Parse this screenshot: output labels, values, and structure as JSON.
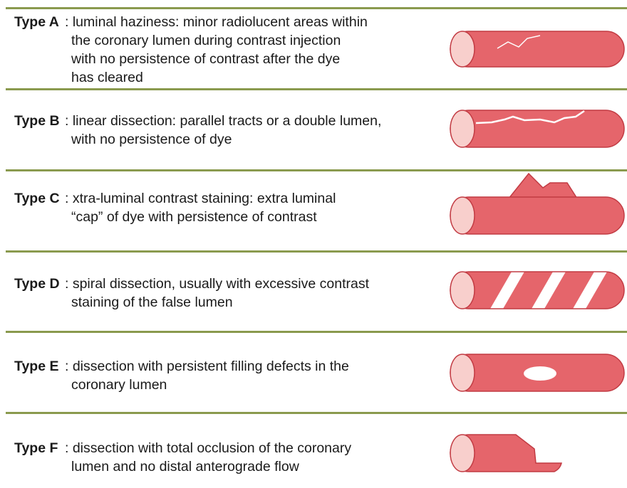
{
  "colors": {
    "rule": "#8a9a4e",
    "vessel_fill": "#e5656b",
    "vessel_end": "#f8cfcc",
    "vessel_outline": "#c23b43"
  },
  "rows": [
    {
      "type": "Type A",
      "lines": [
        ": luminal haziness: minor radiolucent areas within",
        "the coronary lumen during contrast injection",
        "with no persistence of contrast after the dye",
        "has cleared"
      ],
      "icon": "vessel-haziness-icon"
    },
    {
      "type": "Type B",
      "lines": [
        ": linear dissection: parallel tracts or a double lumen,",
        "with no persistence of dye"
      ],
      "icon": "vessel-linear-dissection-icon"
    },
    {
      "type": "Type C",
      "lines": [
        ": xtra-luminal contrast staining: extra luminal",
        "“cap” of dye with persistence of contrast"
      ],
      "icon": "vessel-contrast-cap-icon"
    },
    {
      "type": "Type D",
      "lines": [
        ": spiral dissection, usually with excessive contrast",
        "staining of the false lumen"
      ],
      "icon": "vessel-spiral-dissection-icon"
    },
    {
      "type": "Type E",
      "lines": [
        ": dissection with persistent filling defects in the",
        "coronary lumen"
      ],
      "icon": "vessel-filling-defect-icon"
    },
    {
      "type": "Type F",
      "lines": [
        ": dissection with total occlusion of the coronary",
        "lumen and no distal anterograde flow"
      ],
      "icon": "vessel-total-occlusion-icon"
    }
  ]
}
